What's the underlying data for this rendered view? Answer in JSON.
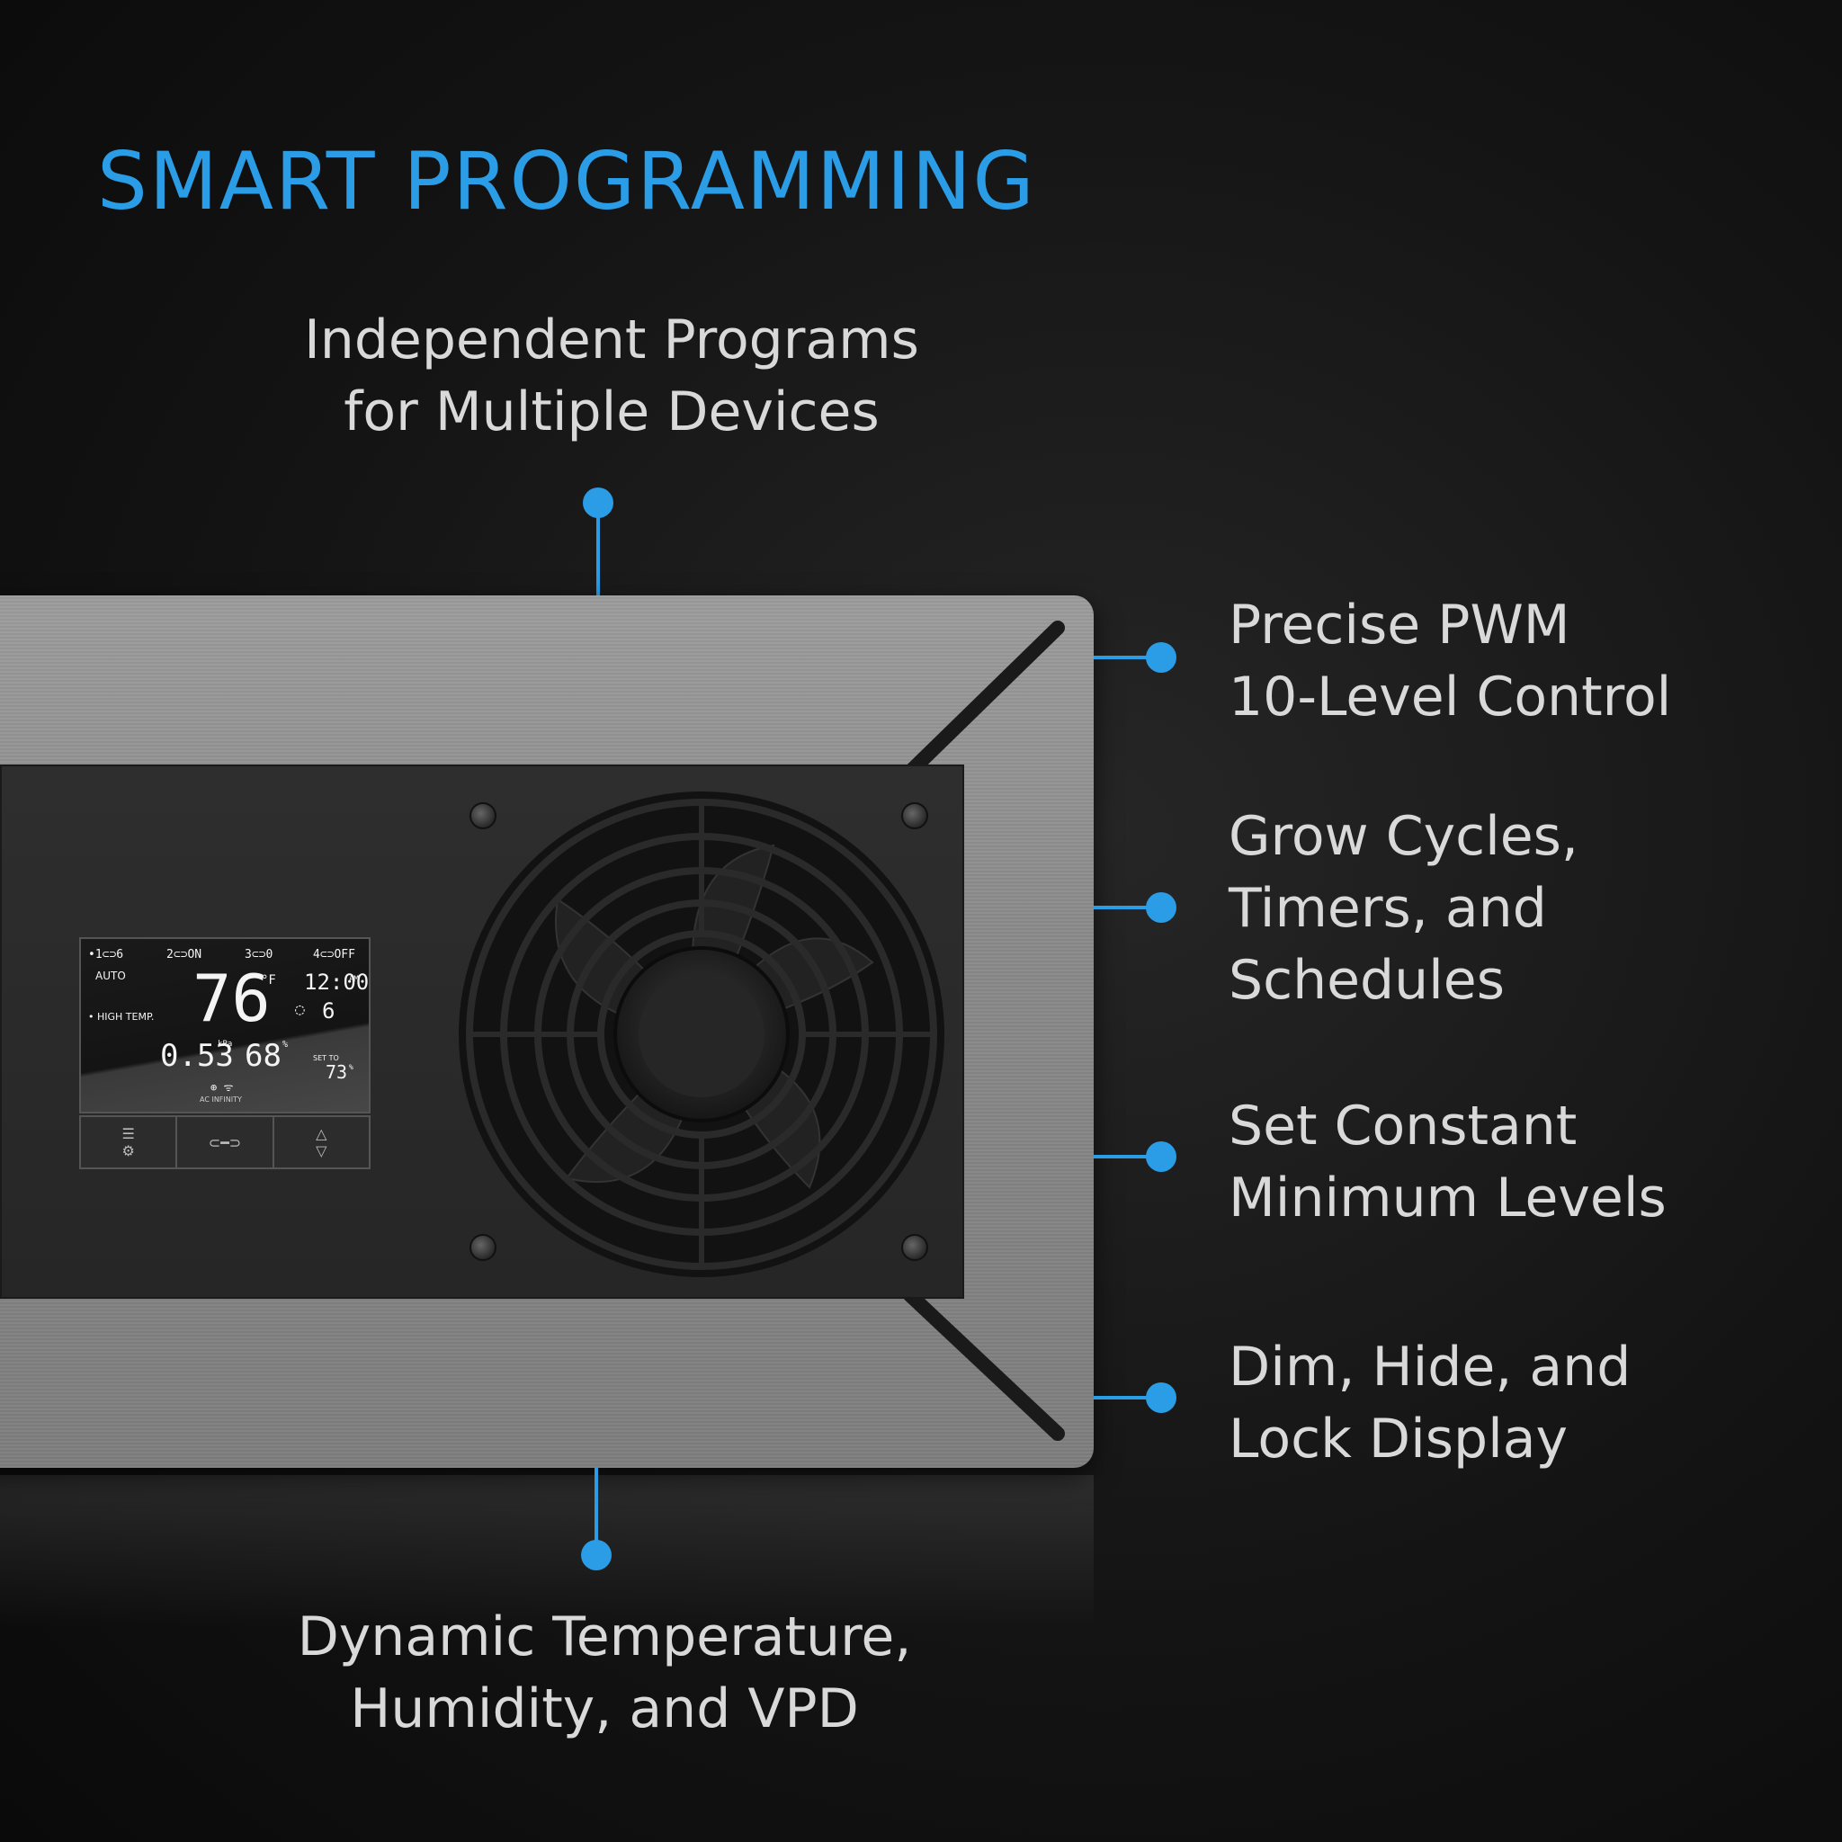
{
  "title": "SMART PROGRAMMING",
  "callouts": {
    "top": [
      "Independent Programs",
      "for Multiple Devices"
    ],
    "right_1": [
      "Precise PWM",
      "10-Level Control"
    ],
    "right_2": [
      "Grow Cycles,",
      "Timers, and",
      "Schedules"
    ],
    "right_3": [
      "Set Constant",
      "Minimum Levels"
    ],
    "right_4": [
      "Dim, Hide, and",
      "Lock Display"
    ],
    "bottom": [
      "Dynamic Temperature,",
      "Humidity, and VPD"
    ]
  },
  "display": {
    "port1": "•1⊂⊃6",
    "port2": "2⊂⊃ON",
    "port3": "3⊂⊃0",
    "port4": "4⊂⊃OFF",
    "mode": "AUTO",
    "alert": "• HIGH TEMP.",
    "temperature": "76",
    "temp_unit": "°F",
    "clock": "12:00",
    "clock_ampm": "AM",
    "level": "6",
    "vpd": "0.53",
    "vpd_unit": "kPa",
    "humidity": "68",
    "humidity_unit": "%",
    "set_to_label": "SET TO",
    "set_to_value": "73",
    "set_to_unit": "%",
    "brand": "AC INFINITY"
  },
  "colors": {
    "accent": "#2a9de6",
    "text": "#d9d9d9",
    "background": "#141414"
  },
  "icons": [
    "menu-icon",
    "gear-icon",
    "link-icon",
    "arrow-up-icon",
    "arrow-down-icon",
    "wifi-icon",
    "fan-icon"
  ]
}
